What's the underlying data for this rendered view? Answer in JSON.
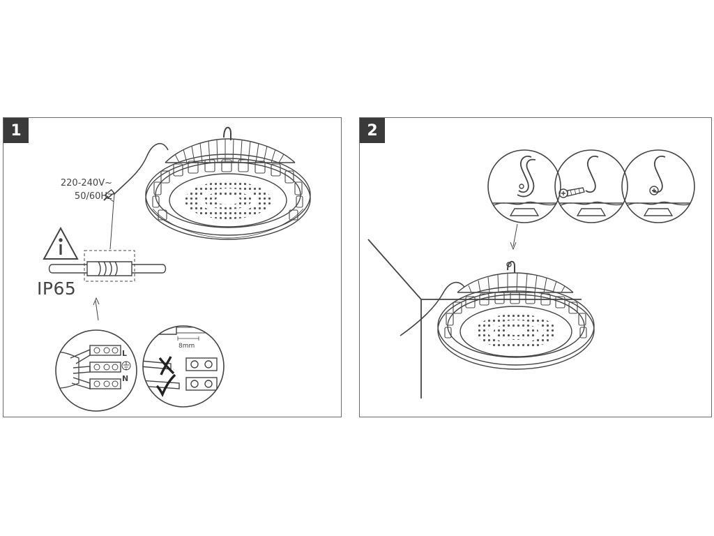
{
  "steps": [
    {
      "number": "1",
      "voltage_line1": "220-240V~",
      "voltage_line2": "50/60Hz",
      "ip_rating": "IP65",
      "strip_length": "8mm",
      "terminal_live": "L",
      "terminal_neutral": "N",
      "icons": [
        "warning-info-icon",
        "earth-ground-icon",
        "cross-mark-icon",
        "check-mark-icon"
      ]
    },
    {
      "number": "2",
      "icons": [
        "hook-icon",
        "screw-icon"
      ]
    }
  ],
  "colors": {
    "line": "#444444",
    "badge": "#3a3a3a",
    "frame": "#6b6b6b"
  }
}
